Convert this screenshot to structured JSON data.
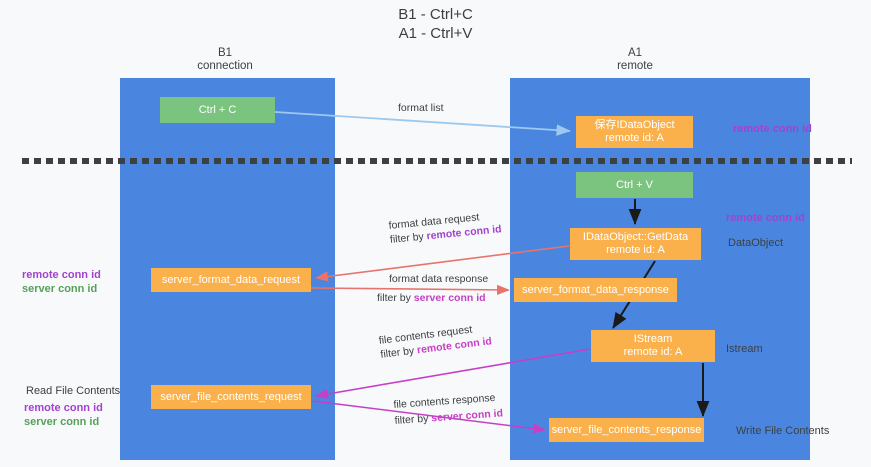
{
  "title": {
    "line1": "B1 - Ctrl+C",
    "line2": "A1 - Ctrl+V"
  },
  "lanes": [
    {
      "name": "B1",
      "sub": "connection",
      "accent": "#4a86e0"
    },
    {
      "name": "A1",
      "sub": "remote",
      "accent": "#4a86e0"
    }
  ],
  "colors": {
    "lane": "#4a86e0",
    "green_box": "#7bc47f",
    "orange_box": "#fbb14b",
    "purple": "#a142d0",
    "green_text": "#57a05a",
    "magenta": "#c63fc6",
    "blue_arrow": "#9ec9ef",
    "red_arrow": "#e8736b",
    "black_arrow": "#1a1a1a",
    "page_bg": "#f8f9fa"
  },
  "boxes": {
    "ctrl_c": "Ctrl + C",
    "idataobject": "保存IDataObject\nremote id: A",
    "idataobject_l1": "保存IDataObject",
    "idataobject_l2": "remote id: A",
    "ctrl_v": "Ctrl + V",
    "getdata_l1": "IDataObject::GetData",
    "getdata_l2": "remote id: A",
    "server_format_data_request": "server_format_data_request",
    "server_format_data_response": "server_format_data_response",
    "istream_l1": "IStream",
    "istream_l2": "remote id: A",
    "server_file_contents_request": "server_file_contents_request",
    "server_file_contents_response": "server_file_contents_response"
  },
  "side_labels": {
    "remote_conn_id_top": "remote conn id",
    "remote_conn_id_mid": "remote conn id",
    "dataobject": "DataObject",
    "istream": "Istream",
    "write_file_contents": "Write File Contents",
    "read_file_contents": "Read File Contents",
    "left_mid_line1": "remote conn id",
    "left_mid_line2": "server conn id",
    "left_bottom_line1": "remote conn id",
    "left_bottom_line2": "server conn id"
  },
  "edges": [
    {
      "id": "format_list",
      "label": "format list",
      "filter_prefix": "",
      "filter_key": "",
      "color": "#9ec9ef"
    },
    {
      "id": "format_data_request",
      "label": "format data request",
      "filter_prefix": "filter by ",
      "filter_key": "remote conn id",
      "color": "#e8736b"
    },
    {
      "id": "format_data_response",
      "label": "format data response",
      "filter_prefix": "filter by ",
      "filter_key": "server conn id",
      "color": "#e8736b"
    },
    {
      "id": "file_contents_request",
      "label": "file contents request",
      "filter_prefix": "filter by ",
      "filter_key": "remote conn id",
      "color": "#c63fc6"
    },
    {
      "id": "file_contents_response",
      "label": "file contents response",
      "filter_prefix": "filter by ",
      "filter_key": "server conn id",
      "color": "#c63fc6"
    }
  ]
}
